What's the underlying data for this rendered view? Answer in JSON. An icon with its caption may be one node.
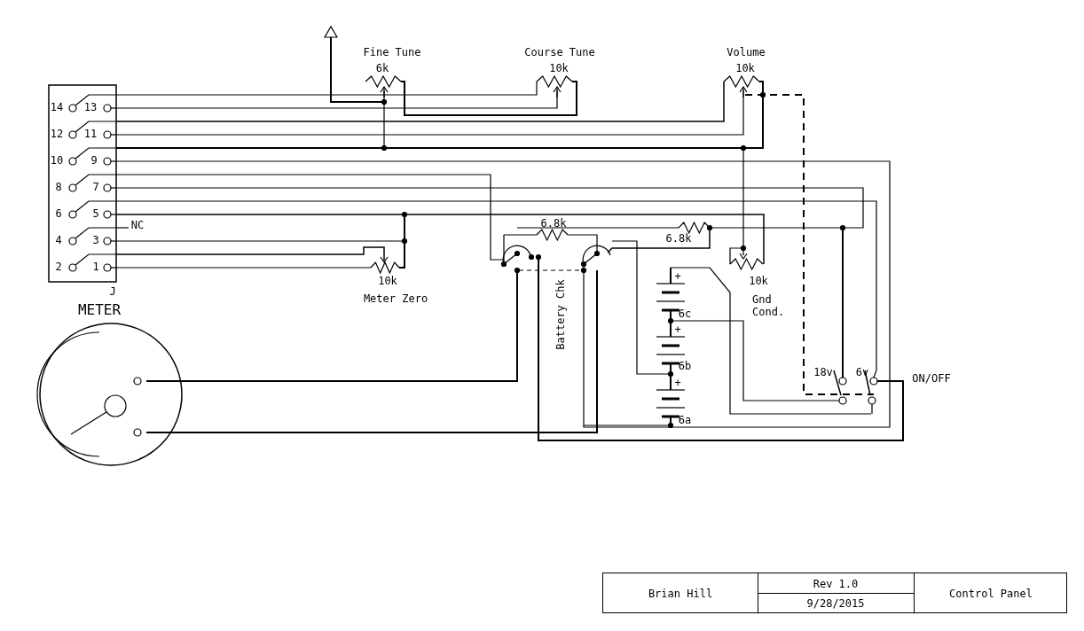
{
  "diagram": {
    "labels": [
      "Fine Tune",
      "6k",
      "Course Tune",
      "10k",
      "Volume",
      "10k",
      "14",
      "13",
      "12",
      "11",
      "10",
      "9",
      "8",
      "7",
      "6",
      "5",
      "NC",
      "4",
      "3",
      "2",
      "1",
      "6.8k",
      "6.8k",
      "10k",
      "J",
      "Meter Zero",
      "10k",
      "Gnd Cond.",
      "METER",
      "Battery Chk",
      "+",
      "6c",
      "+",
      "6b",
      "+",
      "6a",
      "18v",
      "6v",
      "ON/OFF",
      "Brian Hill",
      "Rev 1.0",
      "9/28/2015",
      "Control Panel"
    ]
  }
}
